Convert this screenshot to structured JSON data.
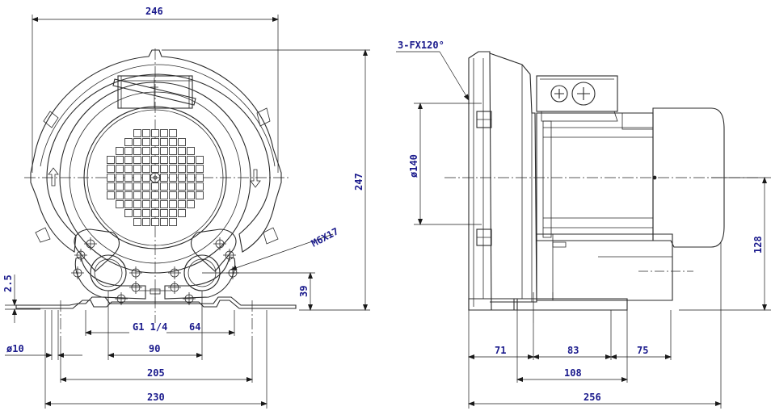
{
  "front_view": {
    "dims": {
      "overall_width": "246",
      "overall_height": "247",
      "foot_thickness": "2.5",
      "outlet_height": "39",
      "hole_dia": "ø10",
      "port_thread": "G1 1/4",
      "port_pitch_half": "64",
      "port_spacing": "90",
      "foot_hole_span": "205",
      "foot_width": "230",
      "flange_screw": "M6X17"
    }
  },
  "side_view": {
    "dims": {
      "flange_holes": "3-FX120°",
      "flange_dia": "ø140",
      "axis_height": "128",
      "front_offset": "71",
      "hole_span": "83",
      "rear_offset": "75",
      "foot_length": "108",
      "overall_length": "256"
    }
  },
  "colors": {
    "dimension_text": "#1a1a8c",
    "lines": "#2a2a2a"
  }
}
